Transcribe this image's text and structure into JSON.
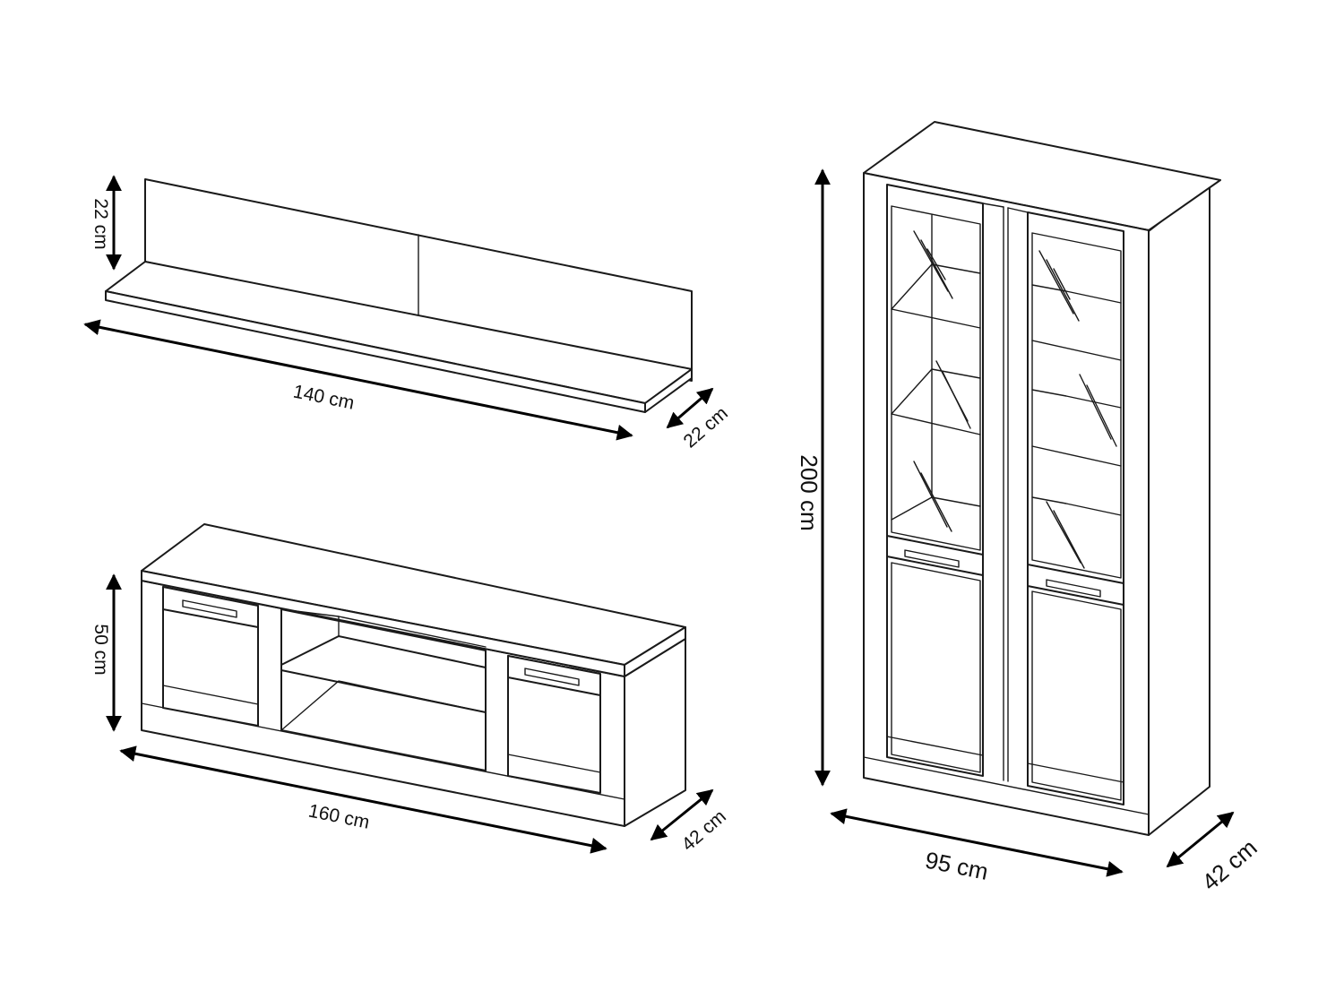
{
  "wall_shelf": {
    "height_label": "22 cm",
    "width_label": "140 cm",
    "depth_label": "22 cm"
  },
  "tv_stand": {
    "height_label": "50 cm",
    "width_label": "160 cm",
    "depth_label": "42 cm"
  },
  "display_cabinet": {
    "height_label": "200 cm",
    "width_label": "95 cm",
    "depth_label": "42 cm"
  },
  "line_color": "#1a1a1a"
}
